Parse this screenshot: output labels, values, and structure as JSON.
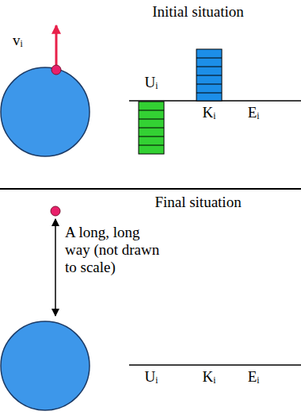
{
  "diagram": {
    "labels": [
      "Initial situation",
      "vᵢ",
      "Uᵢ",
      "Kᵢ",
      "Eᵢ",
      "Final situation",
      "A long, long way (not drawn to scale)",
      "Uᵢ",
      "Kᵢ",
      "Eᵢ"
    ]
  }
}
